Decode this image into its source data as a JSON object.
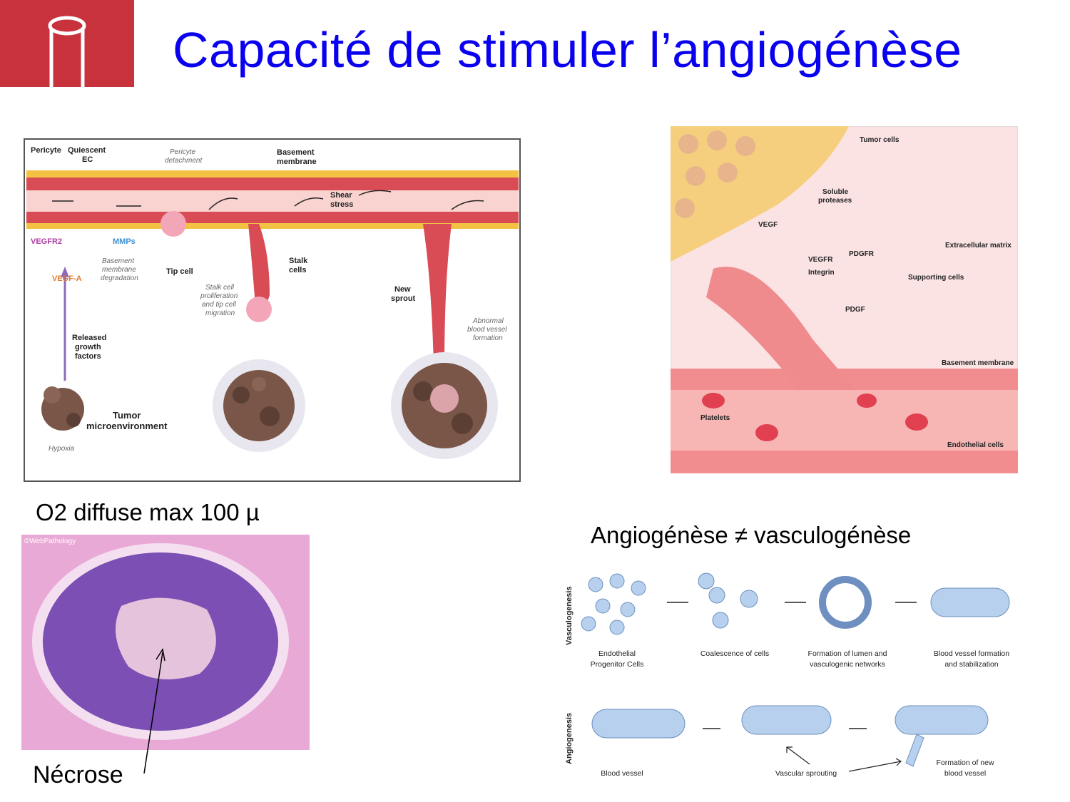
{
  "slide": {
    "title": "Capacité de stimuler l’angiogénèse"
  },
  "figure_sprouting": {
    "labels": {
      "pericyte": "Pericyte",
      "quiescent_ec": "Quiescent",
      "quiescent_ec_2": "EC",
      "pericyte_detachment": "Pericyte",
      "pericyte_detachment_2": "detachment",
      "basement_membrane": "Basement",
      "basement_membrane_2": "membrane",
      "shear_stress": "Shear",
      "shear_stress_2": "stress",
      "vegfr2": "VEGFR2",
      "mmps": "MMPs",
      "bm_degradation": "Basement",
      "bm_degradation_2": "membrane",
      "bm_degradation_3": "degradation",
      "tip_cell": "Tip cell",
      "vegf_a": "VEGF-A",
      "stalk_cells": "Stalk",
      "stalk_cells_2": "cells",
      "stalk_prolif": "Stalk cell",
      "stalk_prolif_2": "proliferation",
      "stalk_prolif_3": "and tip cell",
      "stalk_prolif_4": "migration",
      "new_sprout": "New",
      "new_sprout_2": "sprout",
      "abnormal": "Abnormal",
      "abnormal_2": "blood vessel",
      "abnormal_3": "formation",
      "released": "Released",
      "released_2": "growth",
      "released_3": "factors",
      "tumor_micro": "Tumor",
      "tumor_micro_2": "microenvironment",
      "hypoxia": "Hypoxia"
    }
  },
  "figure_tumor": {
    "labels": {
      "tumor_cells": "Tumor cells",
      "soluble": "Soluble",
      "proteases": "proteases",
      "vegf": "VEGF",
      "vegfr": "VEGFR",
      "integrin": "Integrin",
      "pdgfr": "PDGFR",
      "pdgf": "PDGF",
      "ecm": "Extracellular matrix",
      "supporting": "Supporting cells",
      "basement": "Basement membrane",
      "platelets": "Platelets",
      "endothelial": "Endothelial cells"
    }
  },
  "captions": {
    "o2": "O2 diffuse max 100 µ",
    "angio_vs_vasculo": "Angiogénèse ≠ vasculogénèse",
    "necrose": "Nécrose"
  },
  "histology": {
    "watermark": "©WebPathology"
  },
  "figure_vasculo": {
    "row1_title": "Vasculogenesis",
    "row2_title": "Angiogenesis",
    "step1": "Endothelial",
    "step1b": "Progenitor Cells",
    "step2": "Coalescence of cells",
    "step3": "Formation of lumen and",
    "step3b": "vasculogenic networks",
    "step4": "Blood vessel formation",
    "step4b": "and stabilization",
    "a_step1": "Blood vessel",
    "a_sprouting": "Vascular sprouting",
    "a_step3": "Formation of new",
    "a_step3b": "blood vessel"
  },
  "colors": {
    "title": "#0a00f0",
    "logo": "#c8323c",
    "vessel": "#e8505a",
    "vessel_light": "#f7c9c6",
    "tumor": "#7a5648",
    "histology_purple": "#7b4fb3",
    "histology_pink": "#e9a9d6"
  }
}
